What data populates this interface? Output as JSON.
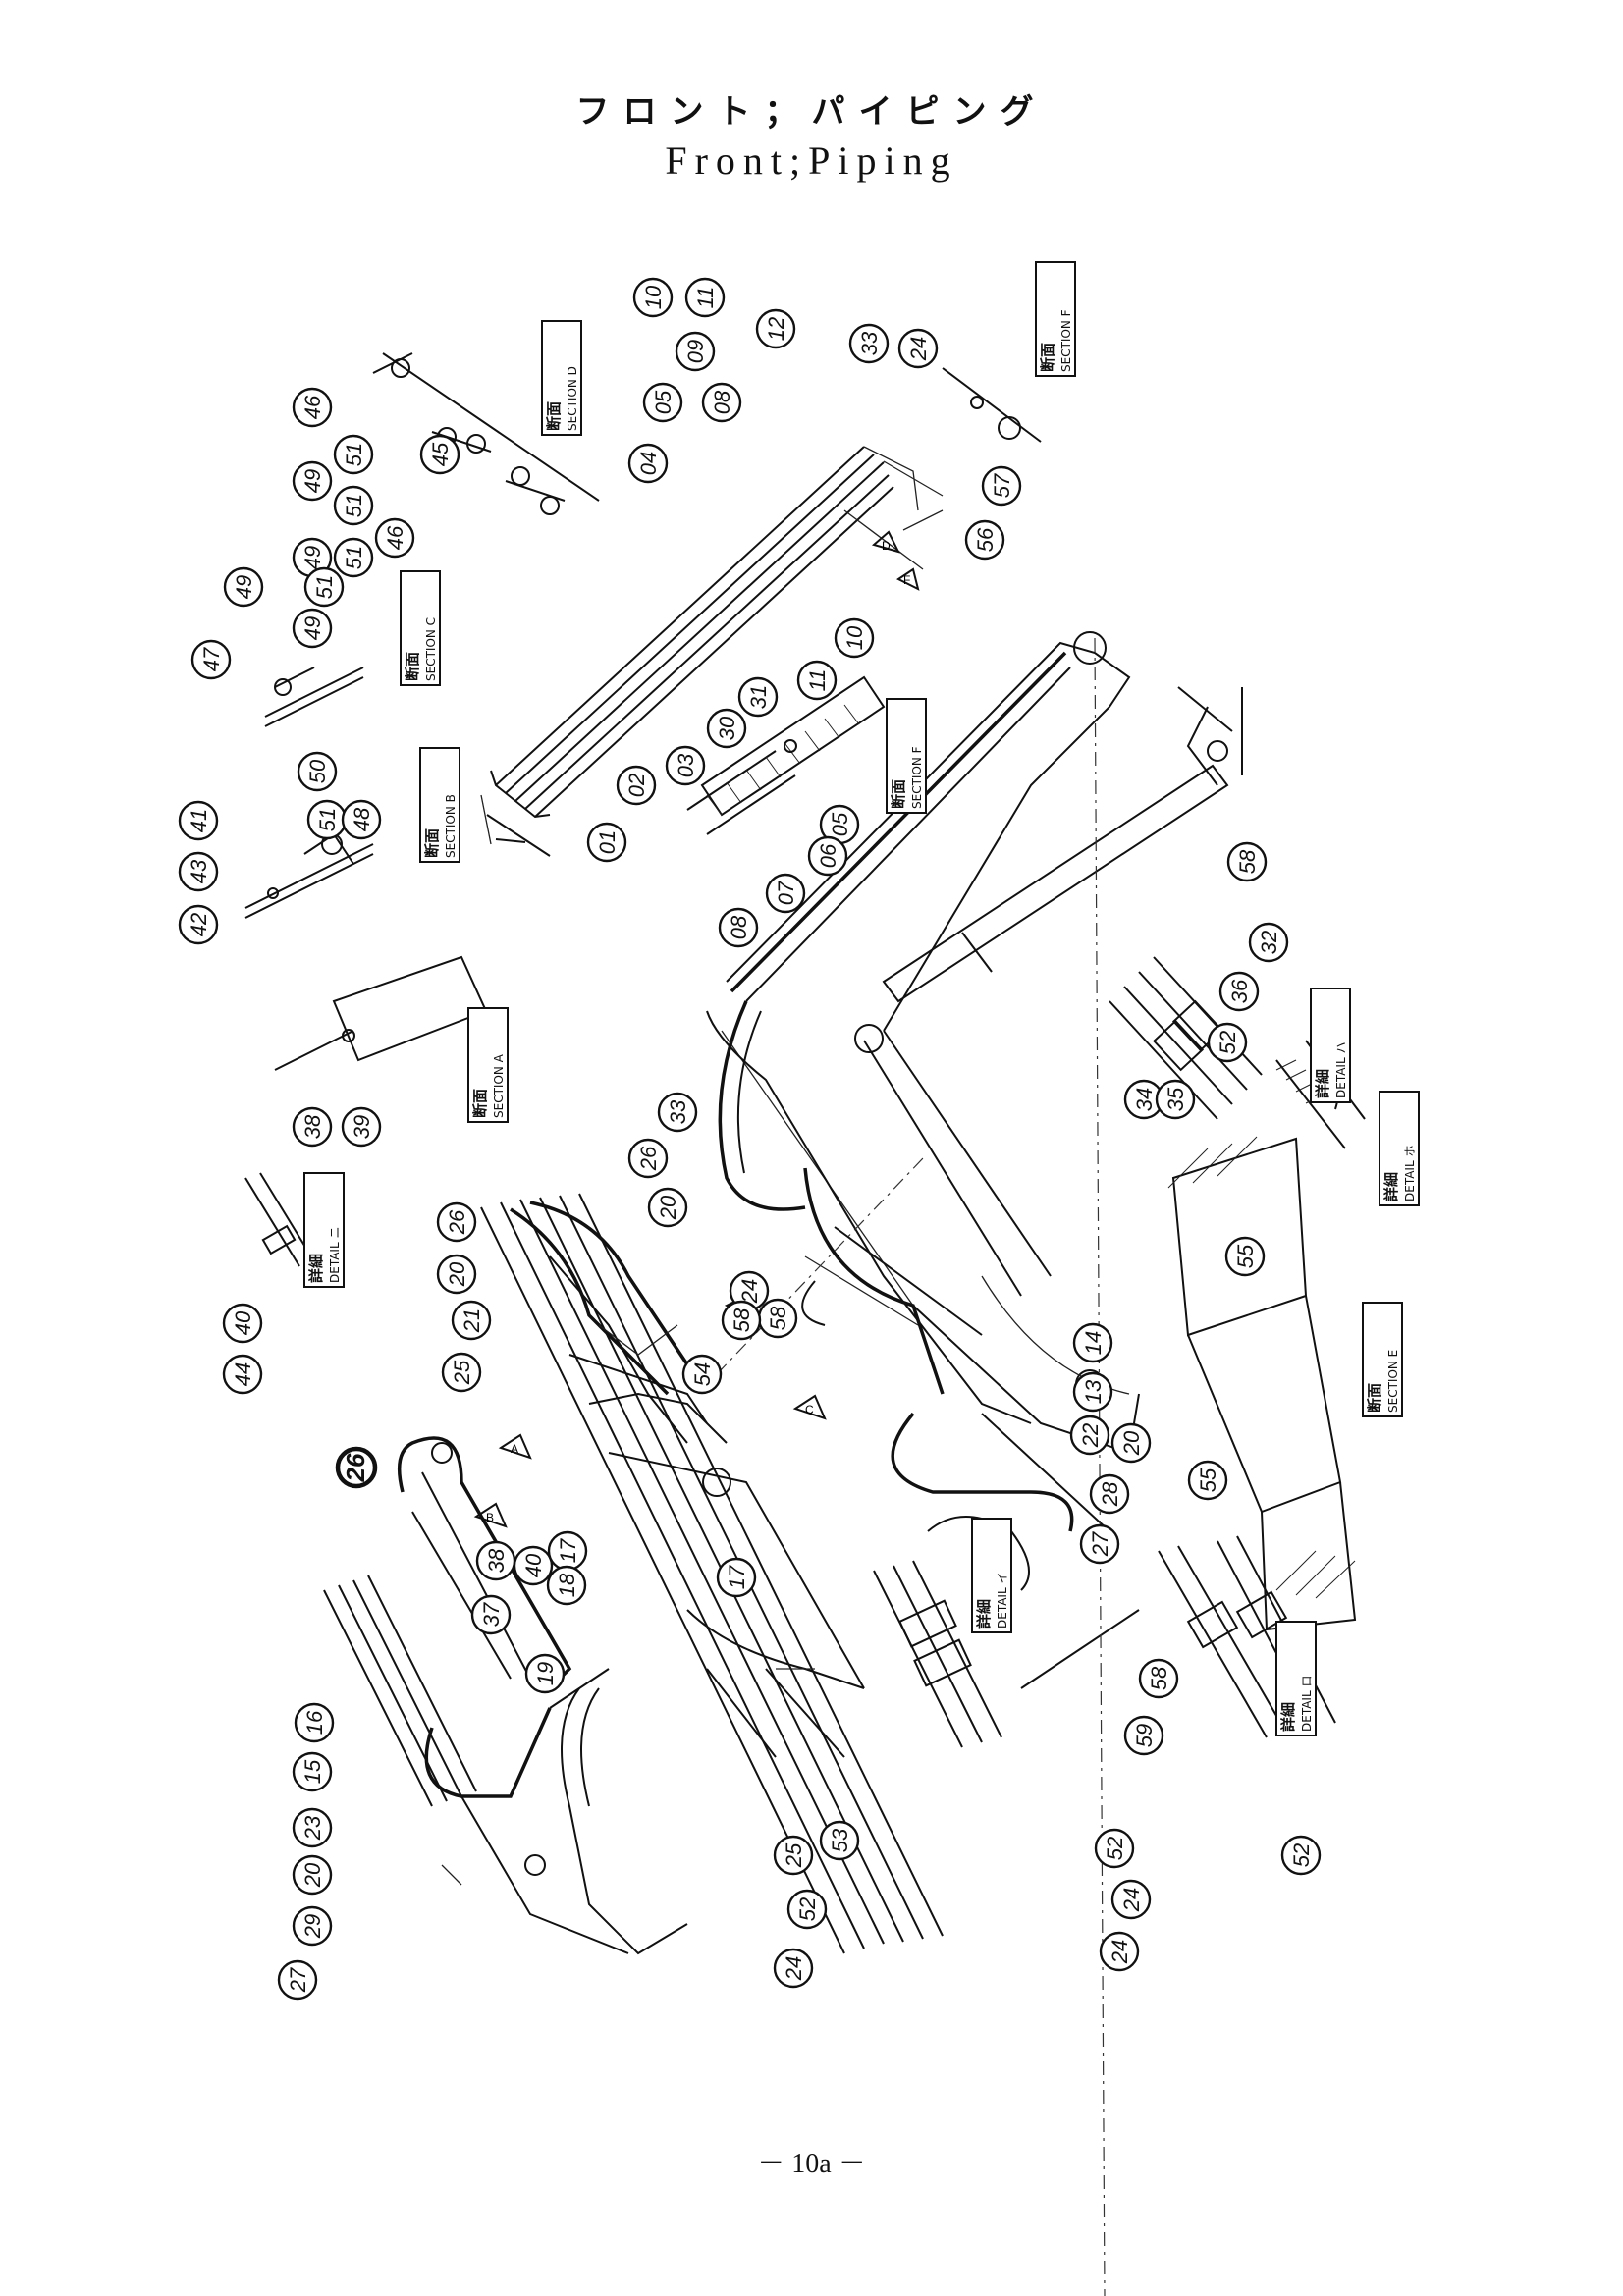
{
  "title": {
    "japanese": "フロント；パイピング",
    "english": "Front;Piping"
  },
  "page_number": "－ 10a －",
  "section_labels": [
    {
      "id": "section-d",
      "jp": "断面",
      "en": "SECTION D"
    },
    {
      "id": "section-f-top",
      "jp": "断面",
      "en": "SECTION F"
    },
    {
      "id": "section-c",
      "jp": "断面",
      "en": "SECTION C"
    },
    {
      "id": "section-f-mid",
      "jp": "断面",
      "en": "SECTION F"
    },
    {
      "id": "section-b",
      "jp": "断面",
      "en": "SECTION B"
    },
    {
      "id": "section-a",
      "jp": "断面",
      "en": "SECTION A"
    },
    {
      "id": "detail-ni",
      "jp": "詳細",
      "en": "DETAIL ニ"
    },
    {
      "id": "detail-ha",
      "jp": "詳細",
      "en": "DETAIL ハ"
    },
    {
      "id": "detail-ho",
      "jp": "詳細",
      "en": "DETAIL ホ"
    },
    {
      "id": "section-e",
      "jp": "断面",
      "en": "SECTION E"
    },
    {
      "id": "detail-i",
      "jp": "詳細",
      "en": "DETAIL イ"
    },
    {
      "id": "detail-ro",
      "jp": "詳細",
      "en": "DETAIL ロ"
    }
  ],
  "callouts": [
    "10",
    "11",
    "12",
    "33",
    "24",
    "09",
    "08",
    "05",
    "04",
    "56",
    "57",
    "46",
    "51",
    "45",
    "49",
    "51",
    "49",
    "46",
    "51",
    "49",
    "47",
    "49",
    "51",
    "01",
    "02",
    "03",
    "30",
    "31",
    "10",
    "11",
    "05",
    "06",
    "07",
    "08",
    "41",
    "43",
    "42",
    "50",
    "51",
    "48",
    "58",
    "32",
    "36",
    "52",
    "34",
    "35",
    "38",
    "39",
    "33",
    "26",
    "20",
    "26",
    "20",
    "21",
    "25",
    "24",
    "58",
    "58",
    "54",
    "14",
    "13",
    "22",
    "20",
    "28",
    "27",
    "55",
    "55",
    "40",
    "44",
    "26",
    "38",
    "40",
    "37",
    "19",
    "17",
    "18",
    "17",
    "58",
    "59",
    "16",
    "15",
    "23",
    "20",
    "29",
    "27",
    "53",
    "25",
    "52",
    "24",
    "52",
    "24",
    "24",
    "52"
  ],
  "view_arrows": [
    "A",
    "B",
    "C",
    "D",
    "E",
    "F"
  ]
}
